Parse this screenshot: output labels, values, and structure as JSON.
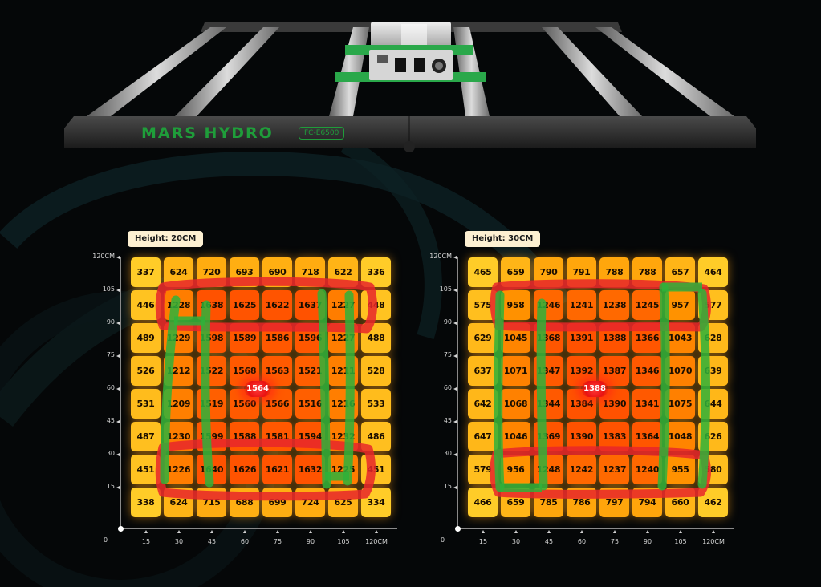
{
  "brand": {
    "name": "MARS HYDRO",
    "model": "FC-E6500"
  },
  "axis": {
    "y_ticks": [
      "120CM",
      "105",
      "90",
      "75",
      "60",
      "45",
      "30",
      "15"
    ],
    "x_ticks": [
      "15",
      "30",
      "45",
      "60",
      "75",
      "90",
      "105",
      "120CM"
    ],
    "origin": "0"
  },
  "maps": [
    {
      "height_label": "Height: 20CM",
      "center_value": "1564",
      "rows": [
        [
          "337",
          "624",
          "720",
          "693",
          "690",
          "718",
          "622",
          "336"
        ],
        [
          "446",
          "1228",
          "1638",
          "1625",
          "1622",
          "1637",
          "1227",
          "448"
        ],
        [
          "489",
          "1229",
          "1598",
          "1589",
          "1586",
          "1596",
          "1227",
          "488"
        ],
        [
          "526",
          "1212",
          "1522",
          "1568",
          "1563",
          "1521",
          "1211",
          "528"
        ],
        [
          "531",
          "1209",
          "1519",
          "1560",
          "1566",
          "1516",
          "1216",
          "533"
        ],
        [
          "487",
          "1230",
          "1599",
          "1588",
          "1581",
          "1594",
          "1232",
          "486"
        ],
        [
          "451",
          "1226",
          "1640",
          "1626",
          "1621",
          "1632",
          "1225",
          "451"
        ],
        [
          "338",
          "624",
          "715",
          "688",
          "699",
          "724",
          "625",
          "334"
        ]
      ]
    },
    {
      "height_label": "Height: 30CM",
      "center_value": "1388",
      "rows": [
        [
          "465",
          "659",
          "790",
          "791",
          "788",
          "788",
          "657",
          "464"
        ],
        [
          "575",
          "958",
          "1246",
          "1241",
          "1238",
          "1245",
          "957",
          "577"
        ],
        [
          "629",
          "1045",
          "1368",
          "1391",
          "1388",
          "1366",
          "1043",
          "628"
        ],
        [
          "637",
          "1071",
          "1347",
          "1392",
          "1387",
          "1346",
          "1070",
          "639"
        ],
        [
          "642",
          "1068",
          "1344",
          "1384",
          "1390",
          "1341",
          "1075",
          "644"
        ],
        [
          "647",
          "1046",
          "1369",
          "1390",
          "1383",
          "1364",
          "1048",
          "626"
        ],
        [
          "579",
          "956",
          "1248",
          "1242",
          "1237",
          "1240",
          "955",
          "580"
        ],
        [
          "466",
          "659",
          "785",
          "786",
          "797",
          "794",
          "660",
          "462"
        ]
      ]
    }
  ]
}
